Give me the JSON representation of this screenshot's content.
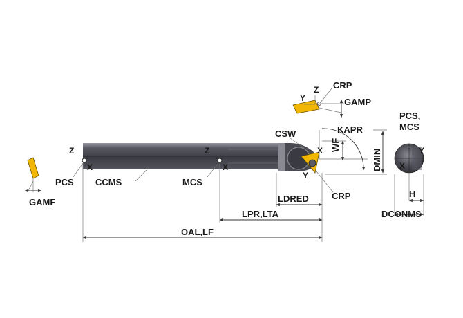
{
  "labels": {
    "gamf": "GAMF",
    "pcs": "PCS",
    "ccms": "CCMS",
    "mcs": "MCS",
    "crp_top": "CRP",
    "gamp": "GAMP",
    "csw": "CSW",
    "kapr": "KAPR",
    "wf": "WF",
    "dmin": "DMIN",
    "crp_bottom": "CRP",
    "ldred": "LDRED",
    "lpr_lta": "LPR,LTA",
    "oal_lf": "OAL,LF",
    "pcs_mcs_1": "PCS,",
    "pcs_mcs_2": "MCS",
    "h": "H",
    "dconms": "DCONMS"
  },
  "axes": {
    "z": "Z",
    "x": "X",
    "y": "Y"
  },
  "colors": {
    "body_dark": "#3c3c44",
    "body_mid": "#5a5a64",
    "body_light": "#9a9aa4",
    "insert_yellow": "#f2b705",
    "dim_line": "#333333"
  }
}
